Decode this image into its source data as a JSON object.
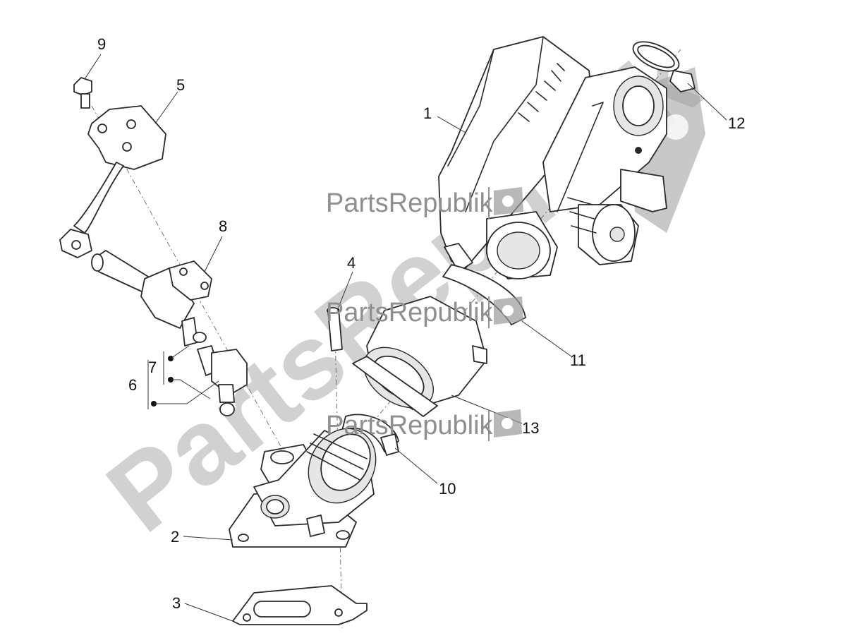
{
  "watermark": {
    "big_text": "PartsRepublik",
    "small_text": "PartsRepublik",
    "gear_icon": "gear-icon"
  },
  "callouts": [
    {
      "id": "c1",
      "label": "1"
    },
    {
      "id": "c2",
      "label": "2"
    },
    {
      "id": "c3",
      "label": "3"
    },
    {
      "id": "c4",
      "label": "4"
    },
    {
      "id": "c5",
      "label": "5"
    },
    {
      "id": "c6",
      "label": "6"
    },
    {
      "id": "c7",
      "label": "7"
    },
    {
      "id": "c8",
      "label": "8"
    },
    {
      "id": "c9",
      "label": "9"
    },
    {
      "id": "c10",
      "label": "10"
    },
    {
      "id": "c11",
      "label": "11"
    },
    {
      "id": "c12",
      "label": "12"
    },
    {
      "id": "c13",
      "label": "13"
    }
  ],
  "colors": {
    "line": "#2a2a2a",
    "watermark": "#c9c9c9",
    "background": "#ffffff"
  }
}
